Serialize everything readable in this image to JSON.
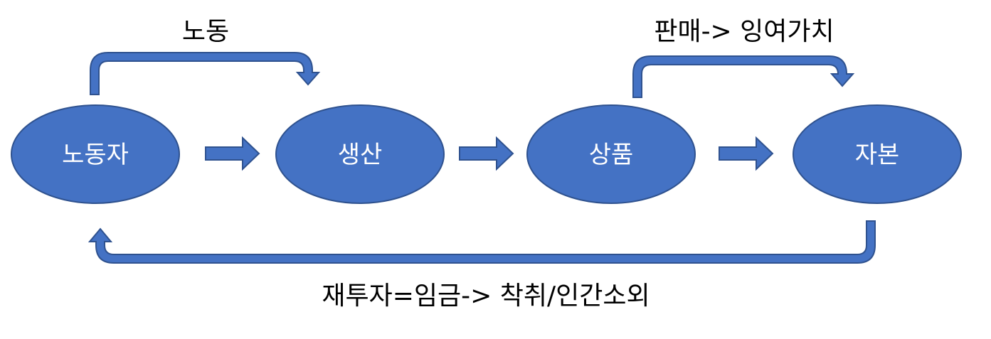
{
  "colors": {
    "node_fill": "#4472C4",
    "node_stroke": "#2F528F",
    "label_text": "#000000",
    "node_text": "#ffffff"
  },
  "nodes": [
    {
      "id": "worker",
      "label": "노동자"
    },
    {
      "id": "production",
      "label": "생산"
    },
    {
      "id": "commodity",
      "label": "상품"
    },
    {
      "id": "capital",
      "label": "자본"
    }
  ],
  "edges": {
    "labor": "노동",
    "sale_surplus": "판매-> 잉여가치",
    "reinvest": "재투자=임금-> 착취/인간소외"
  }
}
